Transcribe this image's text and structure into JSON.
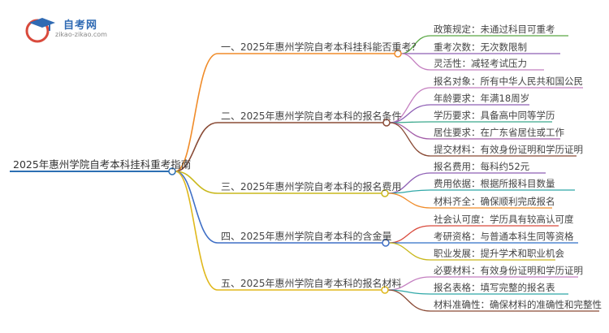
{
  "logo": {
    "title": "自考网",
    "url": "zikao-zikao.com",
    "icon": "graduation-cap-icon"
  },
  "root": {
    "label": "2025年惠州学院自考本科挂科重考指南",
    "color": "#2d6fb3"
  },
  "branches": [
    {
      "label": "一、2025年惠州学院自考本科挂科能否重考？",
      "color": "#f08c2a",
      "leaves": [
        {
          "label": "政策规定：未通过科目可重考",
          "color": "#5aa845"
        },
        {
          "label": "重考次数：无次数限制",
          "color": "#8e5fb5"
        },
        {
          "label": "灵活性：减轻考试压力",
          "color": "#c47fc0"
        }
      ]
    },
    {
      "label": "二、2025年惠州学院自考本科的报名条件",
      "color": "#8a4b36",
      "leaves": [
        {
          "label": "报名对象：所有中华人民共和国公民",
          "color": "#c47fc0"
        },
        {
          "label": "年龄要求：年满18周岁",
          "color": "#8e5fb5"
        },
        {
          "label": "学历要求：具备高中同等学历",
          "color": "#3aa88c"
        },
        {
          "label": "居住要求：在广东省居住或工作",
          "color": "#a25ca8"
        },
        {
          "label": "提交材料：有效身份证明和学历证明",
          "color": "#8a4b36"
        }
      ]
    },
    {
      "label": "三、2025年惠州学院自考本科的报名费用",
      "color": "#c9b81c",
      "leaves": [
        {
          "label": "报名费用：每科约52元",
          "color": "#8e5fb5"
        },
        {
          "label": "费用依据：根据所报科目数量",
          "color": "#2fa8a8"
        },
        {
          "label": "材料齐全：确保顺利完成报名",
          "color": "#f08c2a"
        }
      ]
    },
    {
      "label": "四、2025年惠州学院自考本科的含金量",
      "color": "#3f6fc6",
      "leaves": [
        {
          "label": "社会认可度：学历具有较高认可度",
          "color": "#d94a3c"
        },
        {
          "label": "考研资格：与普通本科生同等资格",
          "color": "#2d6fc6"
        },
        {
          "label": "职业发展：提升学术和职业机会",
          "color": "#c9b81c"
        }
      ]
    },
    {
      "label": "五、2025年惠州学院自考本科的报名材料",
      "color": "#e0b81c",
      "leaves": [
        {
          "label": "必要材料：有效身份证明和学历证明",
          "color": "#c47fc0"
        },
        {
          "label": "报名表格：填写完整的报名表",
          "color": "#2fa8a8"
        },
        {
          "label": "材料准确性：确保材料的准确性和完整性",
          "color": "#8a4b36"
        }
      ]
    }
  ]
}
